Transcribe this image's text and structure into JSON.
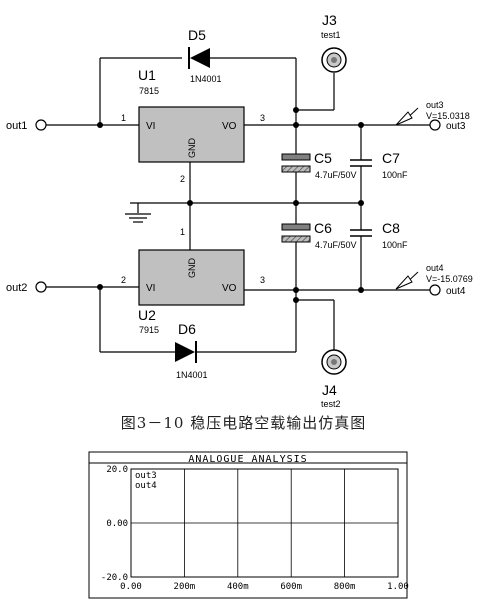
{
  "schematic": {
    "nets": {
      "out1": "out1",
      "out2": "out2",
      "out3": "out3",
      "out4": "out4"
    },
    "u1": {
      "ref": "U1",
      "part": "7815",
      "pin_vi": "VI",
      "pin_vo": "VO",
      "pin_gnd": "GND",
      "pin1": "1",
      "pin2": "2",
      "pin3": "3"
    },
    "u2": {
      "ref": "U2",
      "part": "7915",
      "pin_vi": "VI",
      "pin_vo": "VO",
      "pin_gnd": "GND",
      "pin1": "1",
      "pin2": "2",
      "pin3": "3"
    },
    "d5": {
      "ref": "D5",
      "part": "1N4001"
    },
    "d6": {
      "ref": "D6",
      "part": "1N4001"
    },
    "j3": {
      "ref": "J3",
      "name": "test1"
    },
    "j4": {
      "ref": "J4",
      "name": "test2"
    },
    "c5": {
      "ref": "C5",
      "value": "4.7uF/50V"
    },
    "c6": {
      "ref": "C6",
      "value": "4.7uF/50V"
    },
    "c7": {
      "ref": "C7",
      "value": "100nF"
    },
    "c8": {
      "ref": "C8",
      "value": "100nF"
    },
    "probe3": {
      "net": "out3",
      "reading": "V=15.0318"
    },
    "probe4": {
      "net": "out4",
      "reading": "V=-15.0769"
    }
  },
  "caption": "图3－10  稳压电路空载输出仿真图",
  "chart_data": {
    "type": "line",
    "title": "ANALOGUE ANALYSIS",
    "xlabel": "",
    "ylabel": "",
    "xlim": [
      0,
      1
    ],
    "ylim": [
      -20,
      20
    ],
    "x_ticks": [
      "0.00",
      "200m",
      "400m",
      "600m",
      "800m",
      "1.00"
    ],
    "y_ticks": [
      "20.0",
      "0.00",
      "-20.0"
    ],
    "grid": true,
    "legend": [
      "out3",
      "out4"
    ],
    "series": [
      {
        "name": "out3",
        "x": [],
        "y": []
      },
      {
        "name": "out4",
        "x": [],
        "y": []
      }
    ]
  }
}
